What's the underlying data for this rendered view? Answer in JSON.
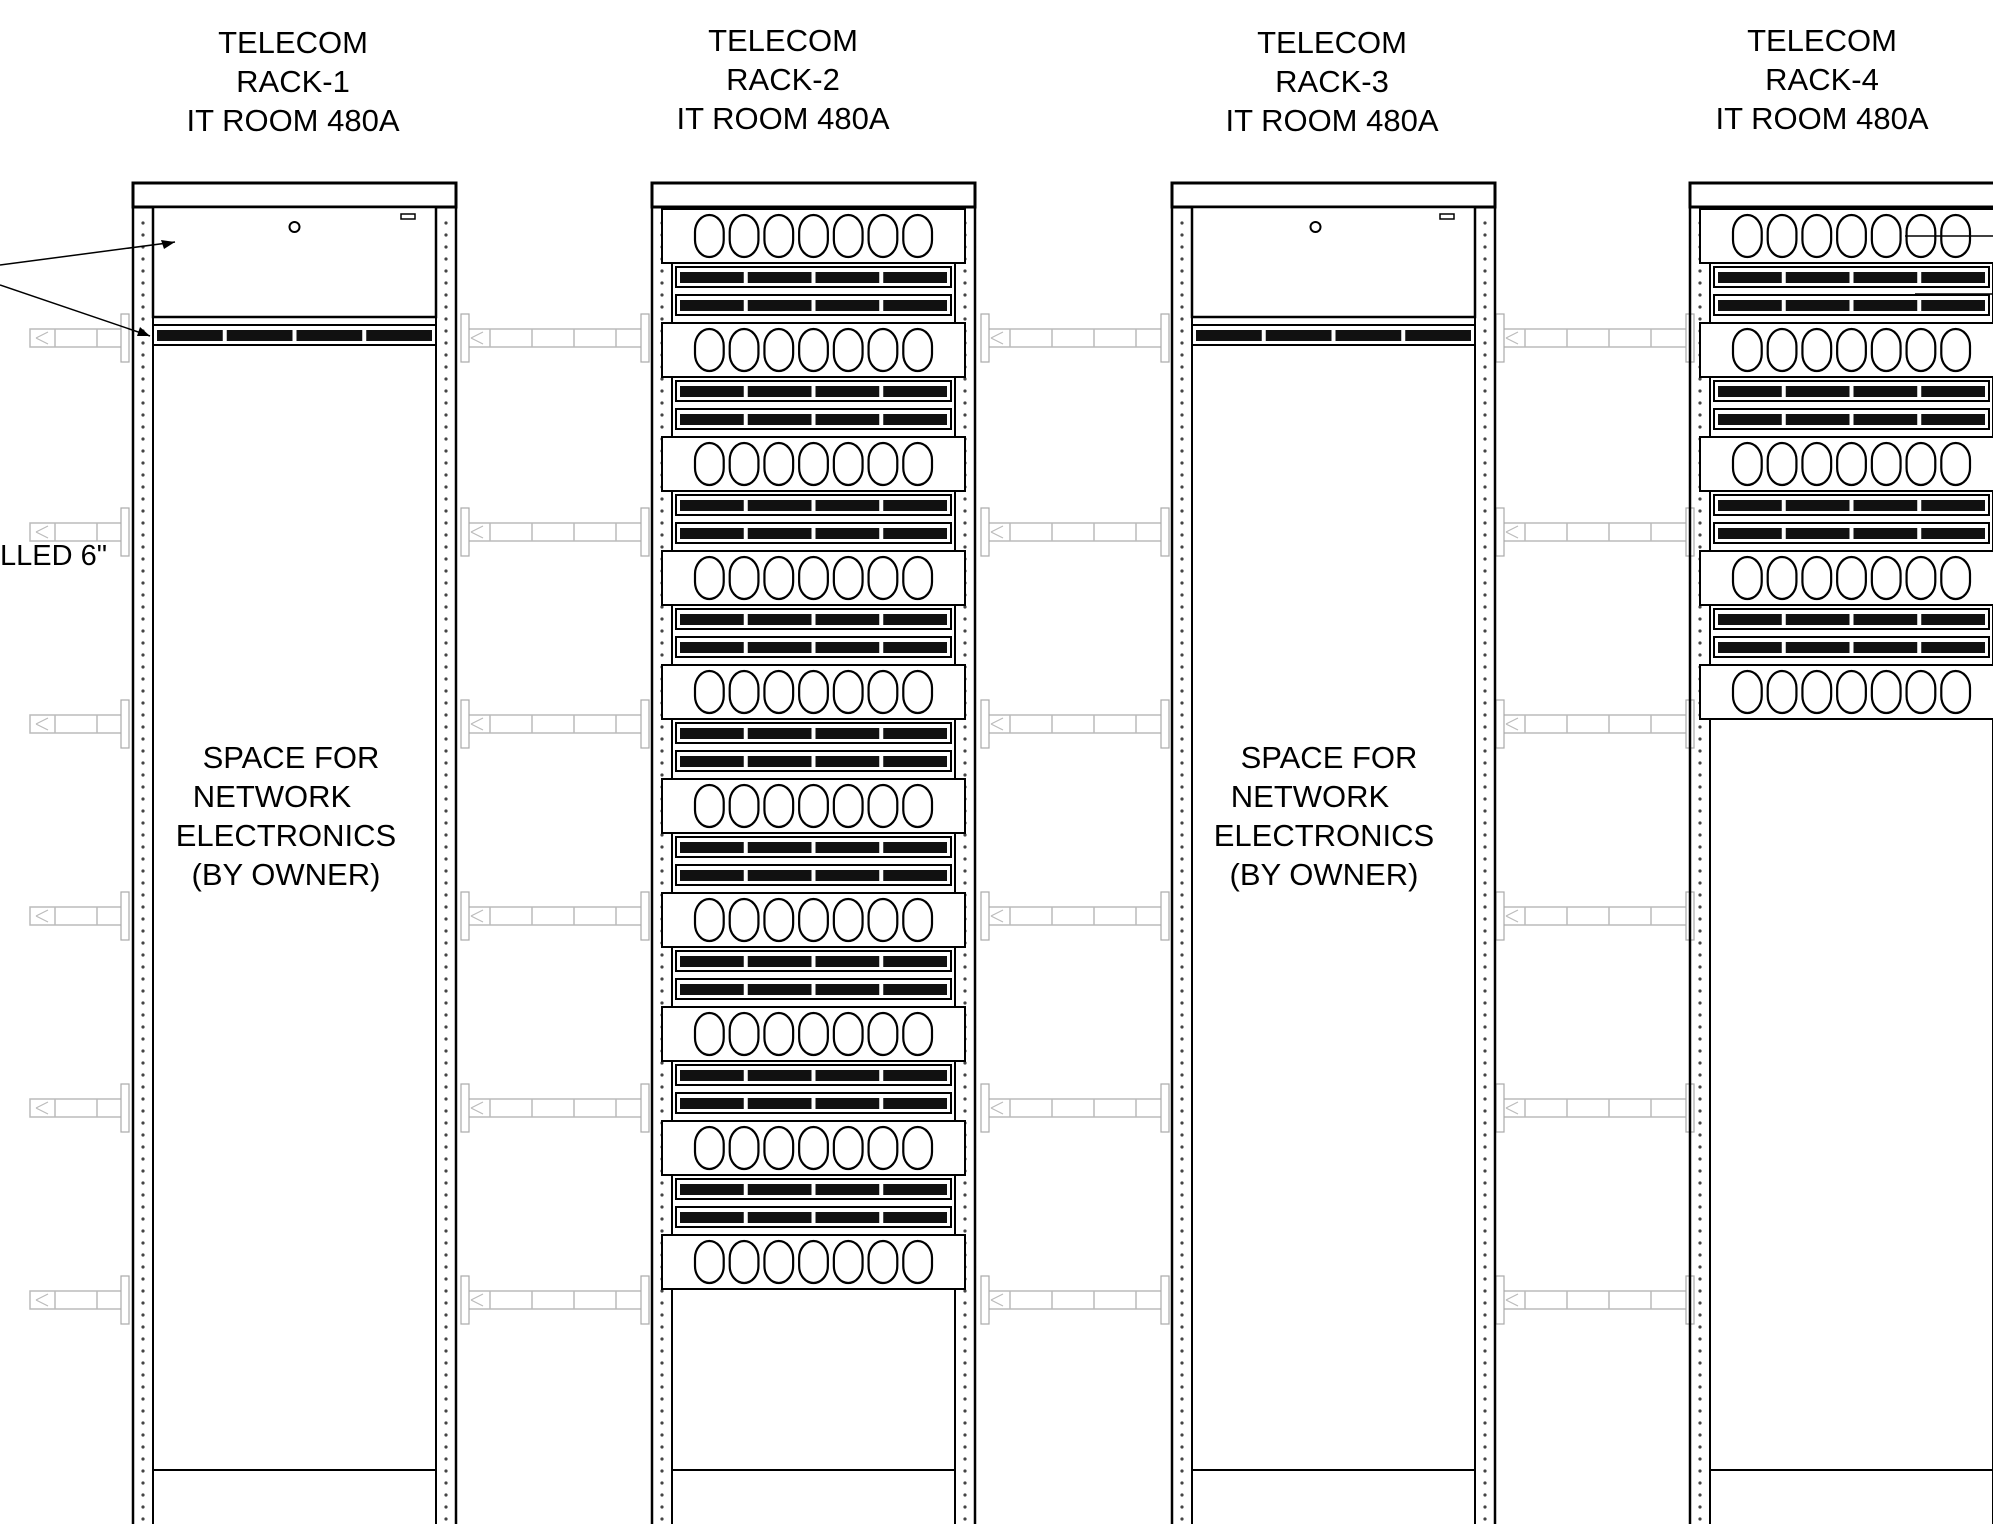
{
  "racks": [
    {
      "id": "rack-1",
      "title_lines": [
        "TELECOM",
        "RACK-1",
        "IT ROOM 480A"
      ],
      "note_lines": [
        "SPACE FOR",
        "NETWORK",
        "ELECTRONICS",
        "(BY OWNER)"
      ]
    },
    {
      "id": "rack-2",
      "title_lines": [
        "TELECOM",
        "RACK-2",
        "IT ROOM 480A"
      ]
    },
    {
      "id": "rack-3",
      "title_lines": [
        "TELECOM",
        "RACK-3",
        "IT ROOM 480A"
      ],
      "note_lines": [
        "SPACE FOR",
        "NETWORK",
        "ELECTRONICS",
        "(BY OWNER)"
      ]
    },
    {
      "id": "rack-4",
      "title_lines": [
        "TELECOM",
        "RACK-4",
        "IT ROOM 480A"
      ]
    }
  ],
  "side_label": "LLED 6\"",
  "rack2_units": {
    "cable_managers": 10,
    "patch_panel_pairs": 9
  },
  "rack4_units": {
    "cable_managers": 5,
    "patch_panel_pairs": 4
  }
}
